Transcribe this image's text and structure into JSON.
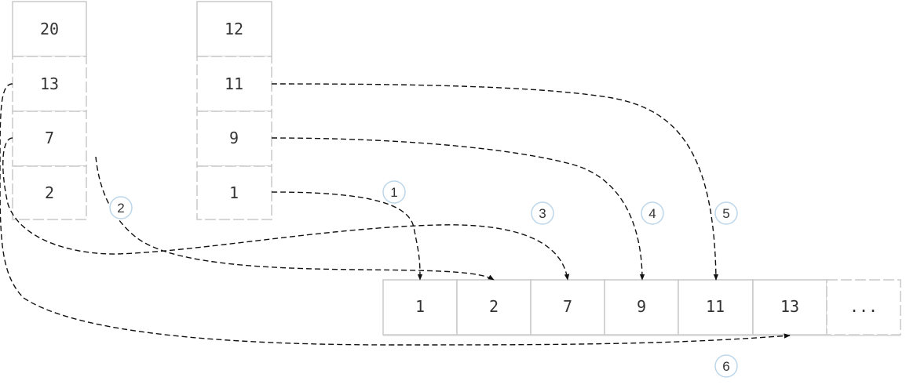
{
  "stack_a": [
    "20",
    "13",
    "7",
    "2"
  ],
  "stack_b": [
    "12",
    "11",
    "9",
    "1"
  ],
  "result": [
    "1",
    "2",
    "7",
    "9",
    "11",
    "13",
    "..."
  ],
  "steps": [
    "1",
    "2",
    "3",
    "4",
    "5",
    "6"
  ],
  "colors": {
    "border": "#c8c8c8",
    "shadow": "#dcdcdc",
    "line": "#111111",
    "text": "#333333",
    "badge_border": "#bcd6ea"
  }
}
